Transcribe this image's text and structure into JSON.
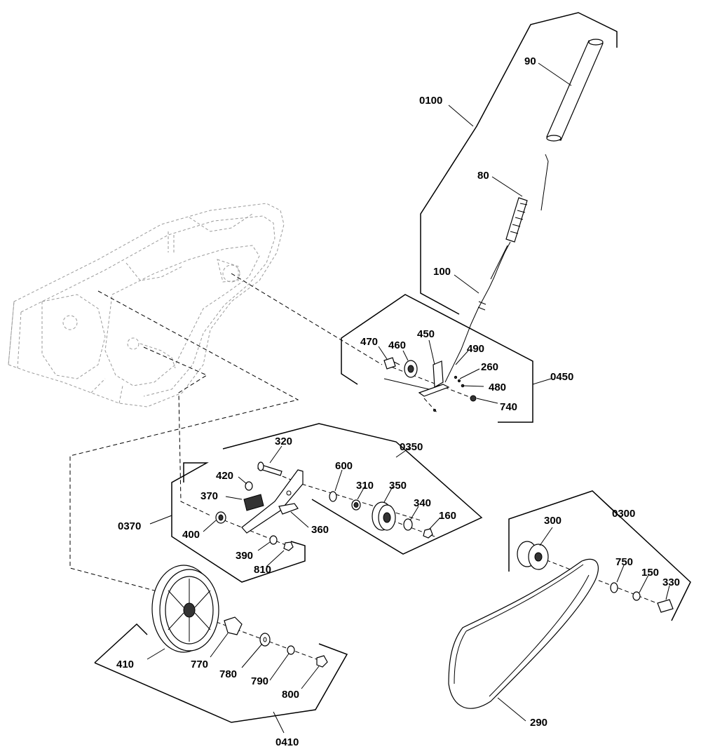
{
  "labels": {
    "l90": "90",
    "l0100": "0100",
    "l80": "80",
    "l100": "100",
    "l450": "450",
    "l470": "470",
    "l460": "460",
    "l490": "490",
    "l260": "260",
    "l480": "480",
    "l740": "740",
    "l0450": "0450",
    "l320": "320",
    "l0350": "0350",
    "l420": "420",
    "l600": "600",
    "l310": "310",
    "l350": "350",
    "l370": "370",
    "l340": "340",
    "l160": "160",
    "l0370": "0370",
    "l400": "400",
    "l360": "360",
    "l390": "390",
    "l810": "810",
    "l300": "300",
    "l0300": "0300",
    "l750": "750",
    "l150": "150",
    "l330": "330",
    "l410": "410",
    "l770": "770",
    "l780": "780",
    "l790": "790",
    "l800": "800",
    "l290": "290",
    "l0410": "0410"
  }
}
